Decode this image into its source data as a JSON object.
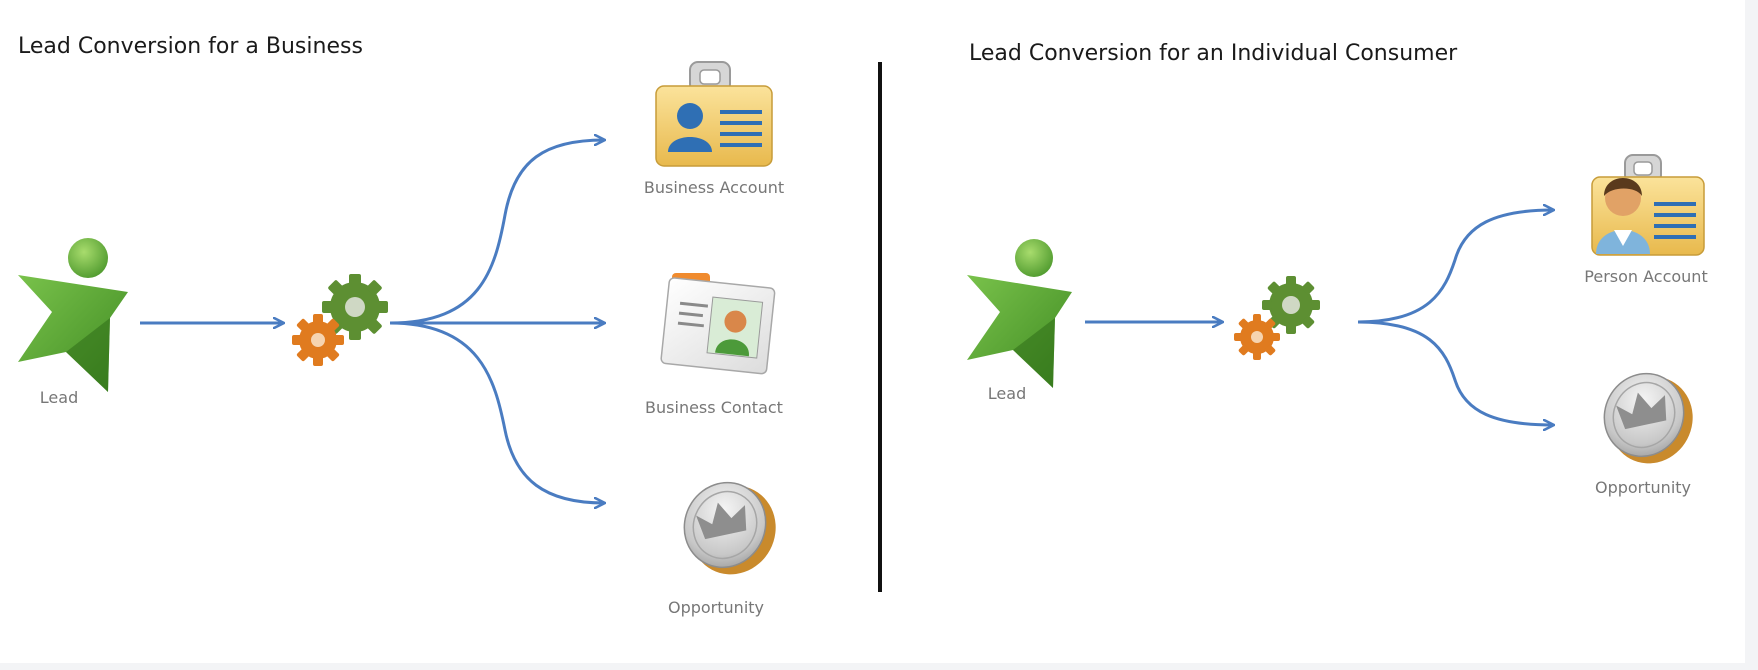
{
  "left_panel": {
    "title": "Lead Conversion for a Business",
    "source_label": "Lead",
    "targets": [
      "Business Account",
      "Business Contact",
      "Opportunity"
    ]
  },
  "right_panel": {
    "title": "Lead Conversion for an Individual Consumer",
    "source_label": "Lead",
    "targets": [
      "Person Account",
      "Opportunity"
    ]
  },
  "icons": {
    "lead": "person-star-icon",
    "process": "gears-icon",
    "business_account": "business-account-id-card-icon",
    "business_contact": "business-contact-card-icon",
    "person_account": "person-account-id-card-icon",
    "opportunity": "coin-crown-icon"
  },
  "colors": {
    "arrow": "#4a7cc1",
    "star_green": "#4f9a2e",
    "gear_green": "#5d8f32",
    "gear_orange": "#e07b1f",
    "badge_yellow": "#f3d275",
    "person_blue": "#2f6fb4",
    "coin_silver": "#c9c9c9",
    "coin_gold": "#c98a2c"
  }
}
